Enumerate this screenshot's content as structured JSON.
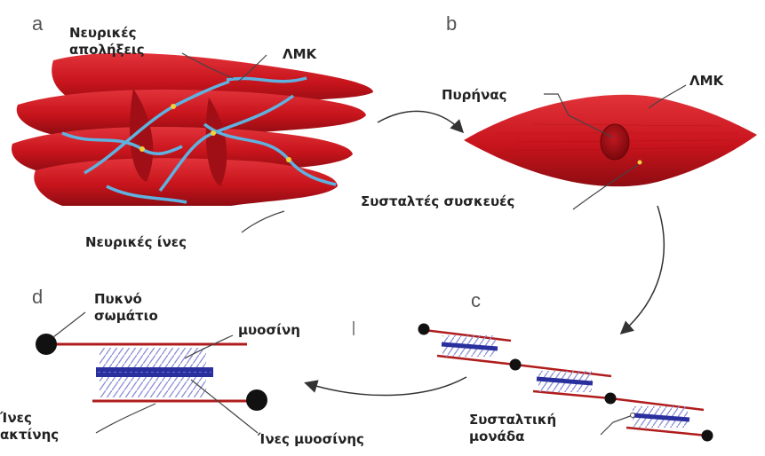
{
  "panels": {
    "a": {
      "letter": "a",
      "nerve_endings_1": "Νευρικές",
      "nerve_endings_2": "απολήξεις",
      "smc": "ΛΜΚ",
      "nerve_fibers": "Νευρικές ίνες"
    },
    "b": {
      "letter": "b",
      "nucleus": "Πυρήνας",
      "smc": "ΛΜΚ",
      "contractile_apparatus": "Συσταλτές συσκευές"
    },
    "c": {
      "letter": "c",
      "contractile_unit_1": "Συσταλτική",
      "contractile_unit_2": "μονάδα"
    },
    "d": {
      "letter": "d",
      "dense_body_1": "Πυκνό",
      "dense_body_2": "σωμάτιο",
      "myosin": "μυοσίνη",
      "actin_1": "Ίνες",
      "actin_2": "ακτίνης",
      "myosin_fibers": "Ίνες μυοσίνης"
    }
  },
  "colors": {
    "muscle": "#c8141c",
    "muscle_dark": "#8e0c12",
    "nerve": "#5fb2e0",
    "actin": "#b01c1c",
    "myosin": "#2a2f9e",
    "crossbridge": "#8a8fd6",
    "dense_body": "#111111"
  }
}
